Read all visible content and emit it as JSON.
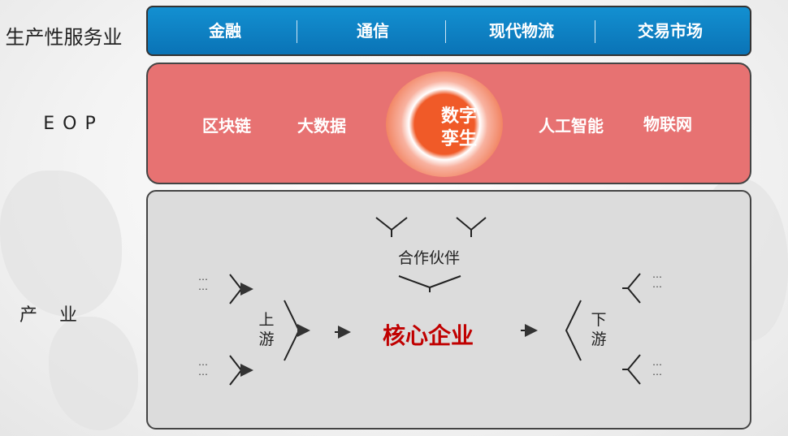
{
  "labels": {
    "services": "生产性服务业",
    "eop": "EOP",
    "industry": "产 业"
  },
  "services": [
    "金融",
    "通信",
    "现代物流",
    "交易市场"
  ],
  "tech": {
    "left": [
      "区块链",
      "大数据"
    ],
    "center_line1": "数字",
    "center_line2": "孪生",
    "right": [
      "人工智能",
      "物联网"
    ]
  },
  "industry": {
    "partners": "合作伙伴",
    "core": "核心企业",
    "upstream": [
      "上",
      "游"
    ],
    "downstream": [
      "下",
      "游"
    ],
    "ellipsis": "…"
  },
  "colors": {
    "service_band": "#0a73b6",
    "eop_band": "#e77272",
    "twin_core": "#f05a28",
    "industry_band": "#dcdcdc",
    "core_text": "#c00000"
  }
}
